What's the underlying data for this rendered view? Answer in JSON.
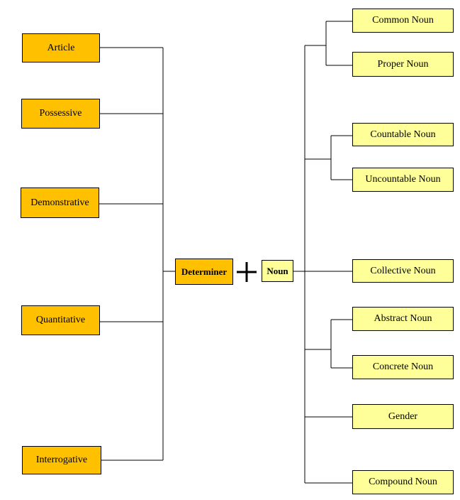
{
  "colors": {
    "determiner_fill": "#ffc000",
    "noun_fill": "#ffff99",
    "line": "#000000"
  },
  "determiners": [
    {
      "id": "article",
      "label": "Article"
    },
    {
      "id": "possessive",
      "label": "Possessive"
    },
    {
      "id": "demonstrative",
      "label": "Demonstrative"
    },
    {
      "id": "quantitative",
      "label": "Quantitative"
    },
    {
      "id": "interrogative",
      "label": "Interrogative"
    }
  ],
  "center": {
    "determiner": "Determiner",
    "noun": "Noun",
    "operator": "plus-icon"
  },
  "noun_types": [
    {
      "id": "common",
      "label": "Common Noun"
    },
    {
      "id": "proper",
      "label": "Proper Noun"
    },
    {
      "id": "countable",
      "label": "Countable Noun"
    },
    {
      "id": "uncountable",
      "label": "Uncountable Noun"
    },
    {
      "id": "collective",
      "label": "Collective Noun"
    },
    {
      "id": "abstract",
      "label": "Abstract Noun"
    },
    {
      "id": "concrete",
      "label": "Concrete Noun"
    },
    {
      "id": "gender",
      "label": "Gender"
    },
    {
      "id": "compound",
      "label": "Compound Noun"
    }
  ]
}
